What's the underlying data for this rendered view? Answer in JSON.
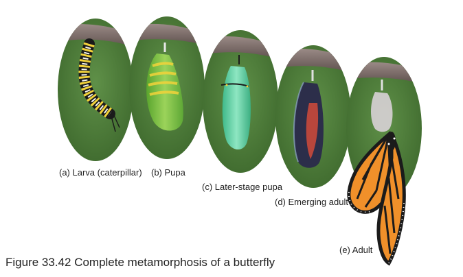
{
  "stages": [
    {
      "id": "a",
      "label": "(a) Larva (caterpillar)"
    },
    {
      "id": "b",
      "label": "(b) Pupa"
    },
    {
      "id": "c",
      "label": "(c) Later-stage pupa"
    },
    {
      "id": "d",
      "label": "(d) Emerging adult"
    },
    {
      "id": "e",
      "label": "(e) Adult"
    }
  ],
  "caption": "Figure 33.42 Complete metamorphosis of a butterfly",
  "colors": {
    "background_leaf": "#4f7d3a",
    "branch": "#7a6a66",
    "pupa_green": "#7fc04a",
    "chrysalis_teal": "#5fcf9f",
    "wing_orange": "#f0902a",
    "wing_black": "#1b1b1b"
  }
}
